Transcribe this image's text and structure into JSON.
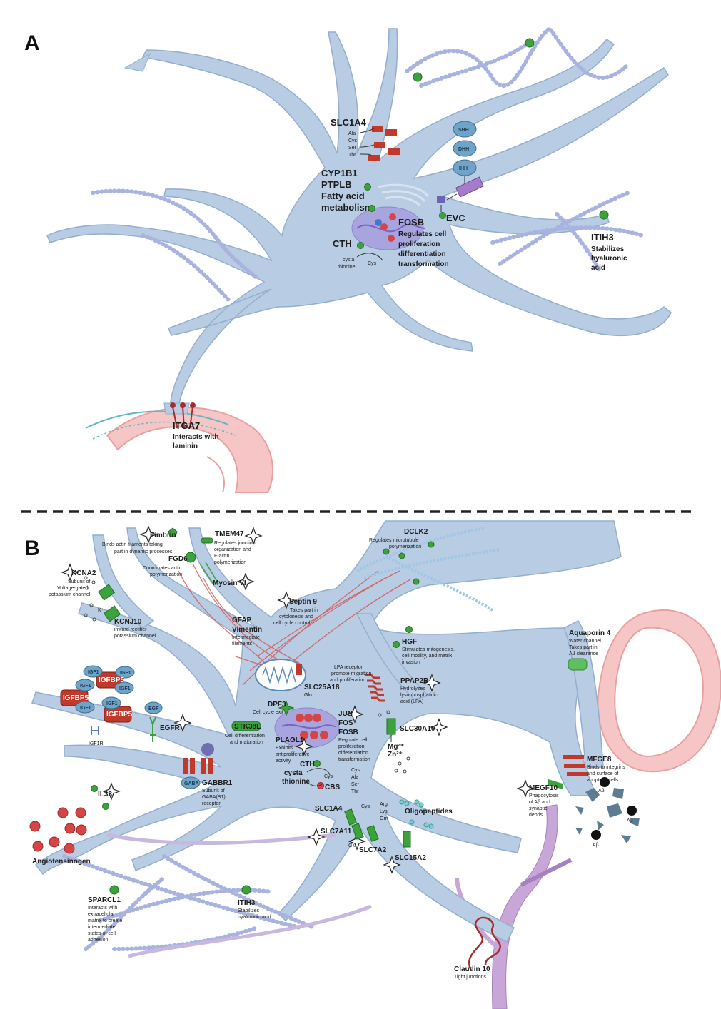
{
  "panels": {
    "a": "A",
    "b": "B"
  },
  "panel_a": {
    "slc1a4": {
      "name": "SLC1A4",
      "aa": [
        "Ala",
        "Cys",
        "Ser",
        "Thr"
      ]
    },
    "cyp1b1": [
      "CYP1B1",
      "PTPLB",
      "Fatty acid",
      "metabolism"
    ],
    "hh": [
      "SHH",
      "DHH",
      "IHH"
    ],
    "evc": "EVC",
    "fosb": [
      "FOSB",
      "Regulates cell",
      "proliferation",
      "differentiation",
      "transformation"
    ],
    "cth": {
      "name": "CTH",
      "sub": [
        "cysta",
        "thionine"
      ],
      "product": "Cys"
    },
    "itih3": [
      "ITIH3",
      "Stabilizes",
      "hyaluronic",
      "acid"
    ],
    "itga7": [
      "ITGA7",
      "Interacts with",
      "laminin"
    ]
  },
  "panel_b": {
    "fimbrin": {
      "name": "Fimbrin",
      "desc": [
        "Binds actin filaments taking",
        "part in dynamic processes"
      ]
    },
    "tmem47": {
      "name": "TMEM47",
      "desc": [
        "Regulates junction",
        "organization and",
        "F-actin",
        "polymerization"
      ]
    },
    "fgd6": {
      "name": "FGD6",
      "desc": [
        "Coordinates actin",
        "polymerization"
      ]
    },
    "myosin": "Myosin VI",
    "kcna2": {
      "name": "KCNA2",
      "desc": [
        "Subunit of",
        "Voltage-gated",
        "potassium channel"
      ]
    },
    "kion": "K⁺",
    "kcnj10": {
      "name": "KCNJ10",
      "desc": [
        "inward rectifier",
        "potassium channel"
      ]
    },
    "dclk2": {
      "name": "DCLK2",
      "desc": [
        "Regulates microtubule",
        "polymerization"
      ]
    },
    "septin9": {
      "name": "Septin 9",
      "desc": [
        "Takes part in",
        "cytokinesis and",
        "cell cycle control"
      ]
    },
    "gfap": [
      "GFAP",
      "Vimentin",
      "Intermediate",
      "filaments"
    ],
    "hgf": {
      "name": "HGF",
      "desc": [
        "Stimulates mitogenesis,",
        "cell motility, and matrix",
        "invasion"
      ]
    },
    "aquaporin": {
      "name": "Aquaporin 4",
      "desc": [
        "Water channel",
        "Takes part in",
        "Aβ clearance"
      ]
    },
    "lpa": [
      "LPA receptor",
      "promote migration",
      "and proliferation"
    ],
    "ppap2b": {
      "name": "PPAP2B",
      "desc": [
        "Hydrolyzes",
        "lysophosphatidic",
        "acid (LPA)"
      ]
    },
    "igf1": "IGF1",
    "igfbp": "IGFBP5",
    "igf1r": "IGF1R",
    "egf": "EGF",
    "egfr": "EGFR",
    "slc25a18": {
      "name": "SLC25A18",
      "sub": "Glu"
    },
    "dpf3": {
      "name": "DPF3",
      "desc": "Cell cycle exit"
    },
    "stk38l": {
      "name": "STK38L",
      "desc": [
        "Cell differentiation",
        "and maturation"
      ]
    },
    "jun": [
      "JUN",
      "FOS",
      "FOSB",
      "Regulate cell",
      "proliferation",
      "differentiation",
      "transformation"
    ],
    "plagl1": {
      "name": "PLAGL1",
      "desc": [
        "Exhibits",
        "antiproliferative",
        "activity"
      ]
    },
    "slc30a10": {
      "name": "SLC30A10",
      "ions": [
        "Mg²⁺",
        "Zn²⁺"
      ]
    },
    "mfge8": {
      "name": "MFGE8",
      "desc": [
        "Binds to integrins",
        "and surface of",
        "apoptotic cells"
      ]
    },
    "megf10": {
      "name": "MEGF10",
      "desc": [
        "Phagocytosis",
        "of Aβ and",
        "synaptic",
        "debris"
      ]
    },
    "abeta": "Aβ",
    "gaba": "GABA",
    "gabbr1": {
      "name": "GABBR1",
      "desc": [
        "Subunit of",
        "GABA(B1)",
        "receptor"
      ]
    },
    "cth": {
      "name": "CTH",
      "sub": [
        "cysta",
        "thionine"
      ],
      "cys": "Cys",
      "cbs": "CBS"
    },
    "aa1": [
      "Cys",
      "Ala",
      "Ser",
      "Thr"
    ],
    "aa2": [
      "Arg",
      "Lys",
      "Orn"
    ],
    "cys2": "Cys",
    "oligo": "Oligopeptides",
    "slc1a4": "SLC1A4",
    "slc7a11": "SLC7A11",
    "glu": "Glu",
    "slc7a2": "SLC7A2",
    "slc15a2": "SLC15A2",
    "il33": "IL33",
    "angio": "Angiotensinogen",
    "sparcl1": {
      "name": "SPARCL1",
      "desc": [
        "Interacts with",
        "extracellular",
        "matrix to create",
        "intermediate",
        "states of cell",
        "adhesion"
      ]
    },
    "itih3": {
      "name": "ITIH3",
      "desc": [
        "Stabilizes",
        "hyaluronic acid"
      ]
    },
    "claudin": {
      "name": "Claudin 10",
      "desc": "Tight junctions"
    }
  },
  "colors": {
    "cell_fill": "#b8cce4",
    "cell_stroke": "#93aecf",
    "green_dot": "#3ca23c",
    "red_protein": "#c0392b",
    "vessel": "#f6c6c6",
    "nucleus": "#a8a4de",
    "glia_purple": "#c8a6d8"
  }
}
